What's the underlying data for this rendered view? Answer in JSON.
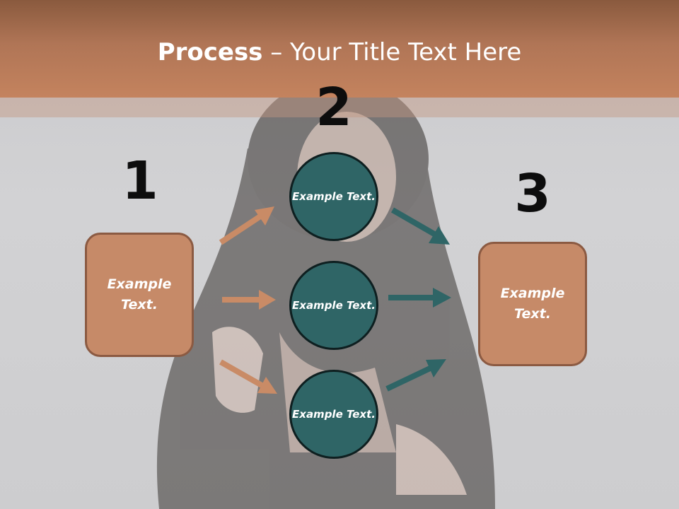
{
  "title": {
    "bold": "Process",
    "rest": " – Your Title Text Here"
  },
  "steps": {
    "one": "1",
    "two": "2",
    "three": "3"
  },
  "left_box": {
    "text": "Example Text."
  },
  "right_box": {
    "text": "Example Text."
  },
  "circles": [
    {
      "text": "Example Text."
    },
    {
      "text": "Example Text."
    },
    {
      "text": "Example Text."
    }
  ],
  "colors": {
    "header": "#c4835e",
    "box_fill": "#c68a68",
    "circle_fill": "#2f6566",
    "arrow_orange": "#c98b66",
    "arrow_teal": "#2f6566"
  }
}
